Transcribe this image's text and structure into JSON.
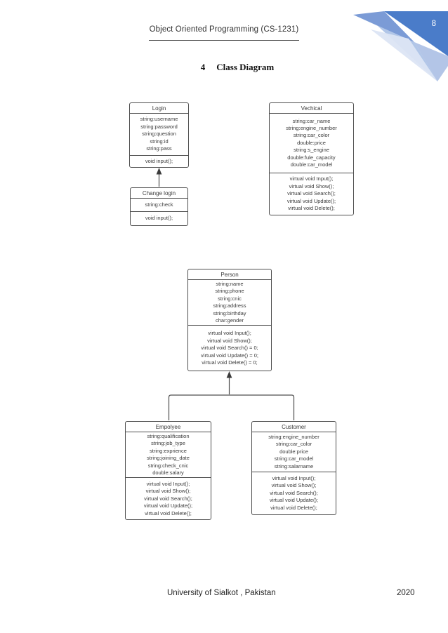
{
  "header": {
    "course_title": "Object Oriented Programming (CS-1231)",
    "page_number": "8"
  },
  "section": {
    "number": "4",
    "title": "Class Diagram"
  },
  "footer": {
    "institution": "University of Sialkot , Pakistan",
    "year": "2020"
  },
  "colors": {
    "page_bg": "#ffffff",
    "box_border": "#4d4d4d",
    "text_dark": "#3a3a3a",
    "accent_blue": "#4a7cc9",
    "accent_blue_mid": "#7496d4",
    "accent_blue_light": "#a9c0e6",
    "accent_blue_pale": "#dce5f4"
  },
  "diagram": {
    "classes": [
      {
        "name": "Login",
        "attributes": [
          "string:username",
          "string:password",
          "string:question",
          "string:id",
          "string:pass"
        ],
        "methods": [
          "void input();"
        ]
      },
      {
        "name": "Vechical",
        "attributes": [
          "string:car_name",
          "string:engine_number",
          "string:car_color",
          "double:price",
          "string:s_engine",
          "double:fule_capacity",
          "double:car_model"
        ],
        "methods": [
          "virtual void Input();",
          "virtual void Show();",
          "virtual void Search();",
          "virtual void Update();",
          "virtual void Delete();"
        ]
      },
      {
        "name": "Change login",
        "attributes": [
          "string:check"
        ],
        "methods": [
          "void input();"
        ]
      },
      {
        "name": "Person",
        "attributes": [
          "string:name",
          "string:phone",
          "string:cnic",
          "string:address",
          "string:birthday",
          "char:gender"
        ],
        "methods": [
          "virtual void Input();",
          "virtual void Show();",
          "virtual void Search() = 0;",
          "virtual void Update() = 0;",
          "virtual void Delete() = 0;"
        ]
      },
      {
        "name": "Empolyee",
        "attributes": [
          "string:qualification",
          "string:job_type",
          "string:exprience",
          "string:joining_date",
          "string:check_cnic",
          "double:salary"
        ],
        "methods": [
          "virtual void Input();",
          "virtual void Show();",
          "virtual void Search();",
          "virtual void Update();",
          "virtual void Delete();"
        ]
      },
      {
        "name": "Customer",
        "attributes": [
          "string:engine_number",
          "string:car_color",
          "double:price",
          "string:car_model",
          "string:salarname"
        ],
        "methods": [
          "virtual void Input();",
          "virtual void Show();",
          "virtual void Search();",
          "virtual void Update();",
          "virtual void Delete();"
        ]
      }
    ],
    "relations": [
      {
        "from": "Change login",
        "to": "Login",
        "type": "arrow-up"
      },
      {
        "from": "Empolyee",
        "to": "Person",
        "type": "inheritance"
      },
      {
        "from": "Customer",
        "to": "Person",
        "type": "inheritance"
      }
    ]
  }
}
